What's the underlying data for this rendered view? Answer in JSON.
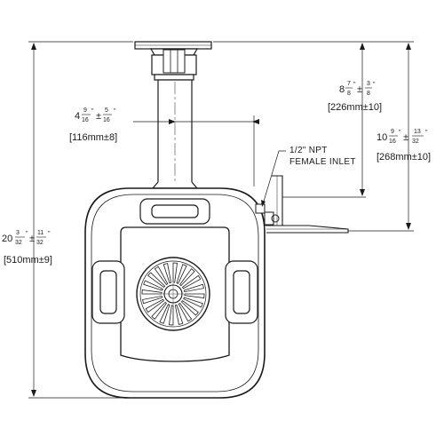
{
  "dimensions": {
    "overall_height": {
      "whole": "20",
      "num": "3",
      "den": "32",
      "tol_num": "11",
      "tol_den": "32",
      "metric": "[510mm±9]"
    },
    "pipe_offset": {
      "whole": "4",
      "num": "9",
      "den": "16",
      "tol_num": "5",
      "tol_den": "16",
      "metric": "[116mm±8]"
    },
    "inlet_height": {
      "whole": "8",
      "num": "7",
      "den": "8",
      "tol_num": "3",
      "tol_den": "8",
      "metric": "[226mm±10]"
    },
    "bracket_height": {
      "whole": "10",
      "num": "9",
      "den": "16",
      "tol_num": "13",
      "tol_den": "32",
      "metric": "[268mm±10]"
    }
  },
  "inlet_note": {
    "line1": "1/2\" NPT",
    "line2": "FEMALE INLET"
  },
  "marks": {
    "inch": "\"",
    "plusminus": "±"
  },
  "colors": {
    "ink": "#1a1a1a",
    "background": "#ffffff"
  }
}
